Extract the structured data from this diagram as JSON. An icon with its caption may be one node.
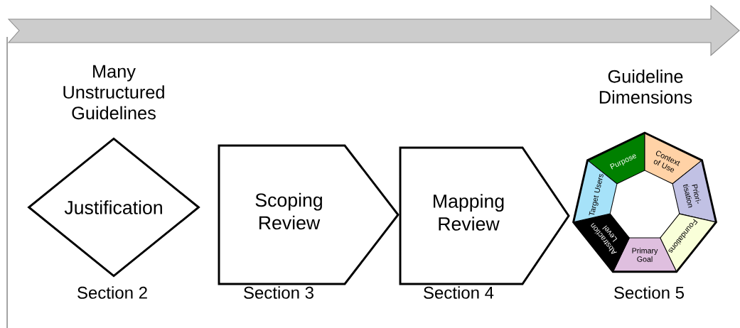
{
  "diagram": {
    "nodes": [
      {
        "text": [
          "Justification"
        ],
        "beside": [
          "Many Unstructured Guidelines",
          "Section 2"
        ]
      },
      {
        "text": [
          "Scoping Review"
        ],
        "beside": [
          "Section 3"
        ]
      },
      {
        "text": [
          "Mapping Review"
        ],
        "beside": [
          "Section 4"
        ]
      },
      {
        "text": [],
        "shape": "heptagon",
        "beside": [
          "Guideline Dimensions",
          "Section 5"
        ]
      },
      {
        "text": [
          "Purpose"
        ],
        "in": 3
      },
      {
        "text": [
          "Context of Use"
        ],
        "in": 3
      },
      {
        "text": [
          "Priori- tisation"
        ],
        "in": 3
      },
      {
        "text": [
          "Foundations"
        ],
        "in": 3
      },
      {
        "text": [
          "Primary Goal"
        ],
        "in": 3
      },
      {
        "text": [
          "Abstraction Level"
        ],
        "in": 3
      },
      {
        "text": [
          "Target Users"
        ],
        "in": 3
      }
    ],
    "edges": []
  }
}
